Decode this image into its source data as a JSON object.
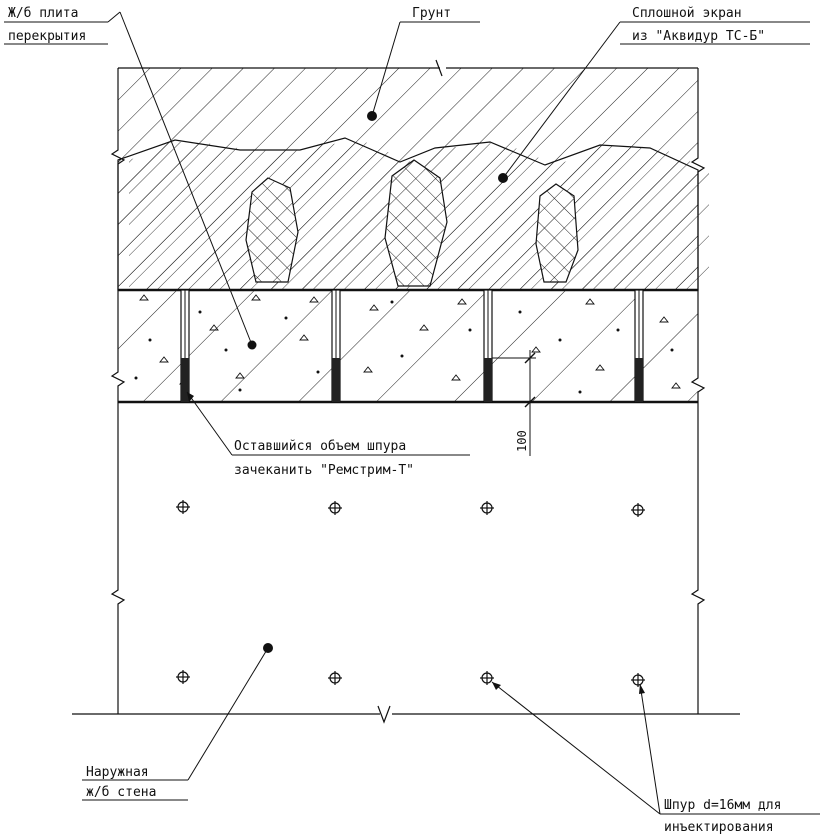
{
  "labels": {
    "slab_line1": "Ж/б плита",
    "slab_line2": "перекрытия",
    "soil": "Грунт",
    "screen_line1": "Сплошной экран",
    "screen_line2": "из \"Аквидур ТС-Б\"",
    "remainder_line1": "Оставшийся объем шпура",
    "remainder_line2": "зачеканить \"Ремстрим-Т\"",
    "wall_line1": "Наружная",
    "wall_line2": "ж/б стена",
    "hole_line1": "Шпур d=16мм для",
    "hole_line2": "инъектирования"
  },
  "dimension": {
    "value": "100"
  }
}
